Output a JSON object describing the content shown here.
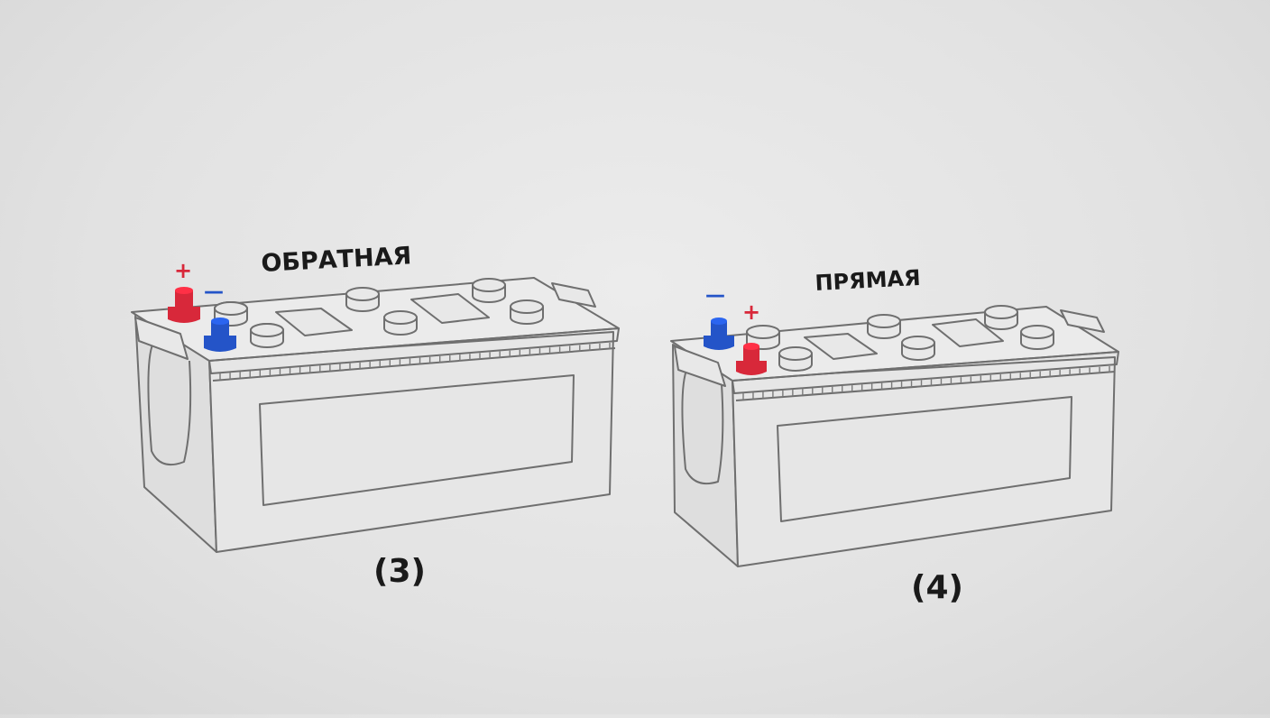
{
  "batteries": [
    {
      "type_label": "ОБРАТНАЯ",
      "number_label": "(3)",
      "plus_symbol": "+",
      "minus_symbol": "—",
      "positive_color": "#d8283a",
      "negative_color": "#2454c8"
    },
    {
      "type_label": "ПРЯМАЯ",
      "number_label": "(4)",
      "plus_symbol": "+",
      "minus_symbol": "—",
      "positive_color": "#d8283a",
      "negative_color": "#2454c8"
    }
  ],
  "colors": {
    "outline": "#6f6f6f",
    "fill": "#e6e6e6",
    "label_text": "#1a1a1a"
  }
}
